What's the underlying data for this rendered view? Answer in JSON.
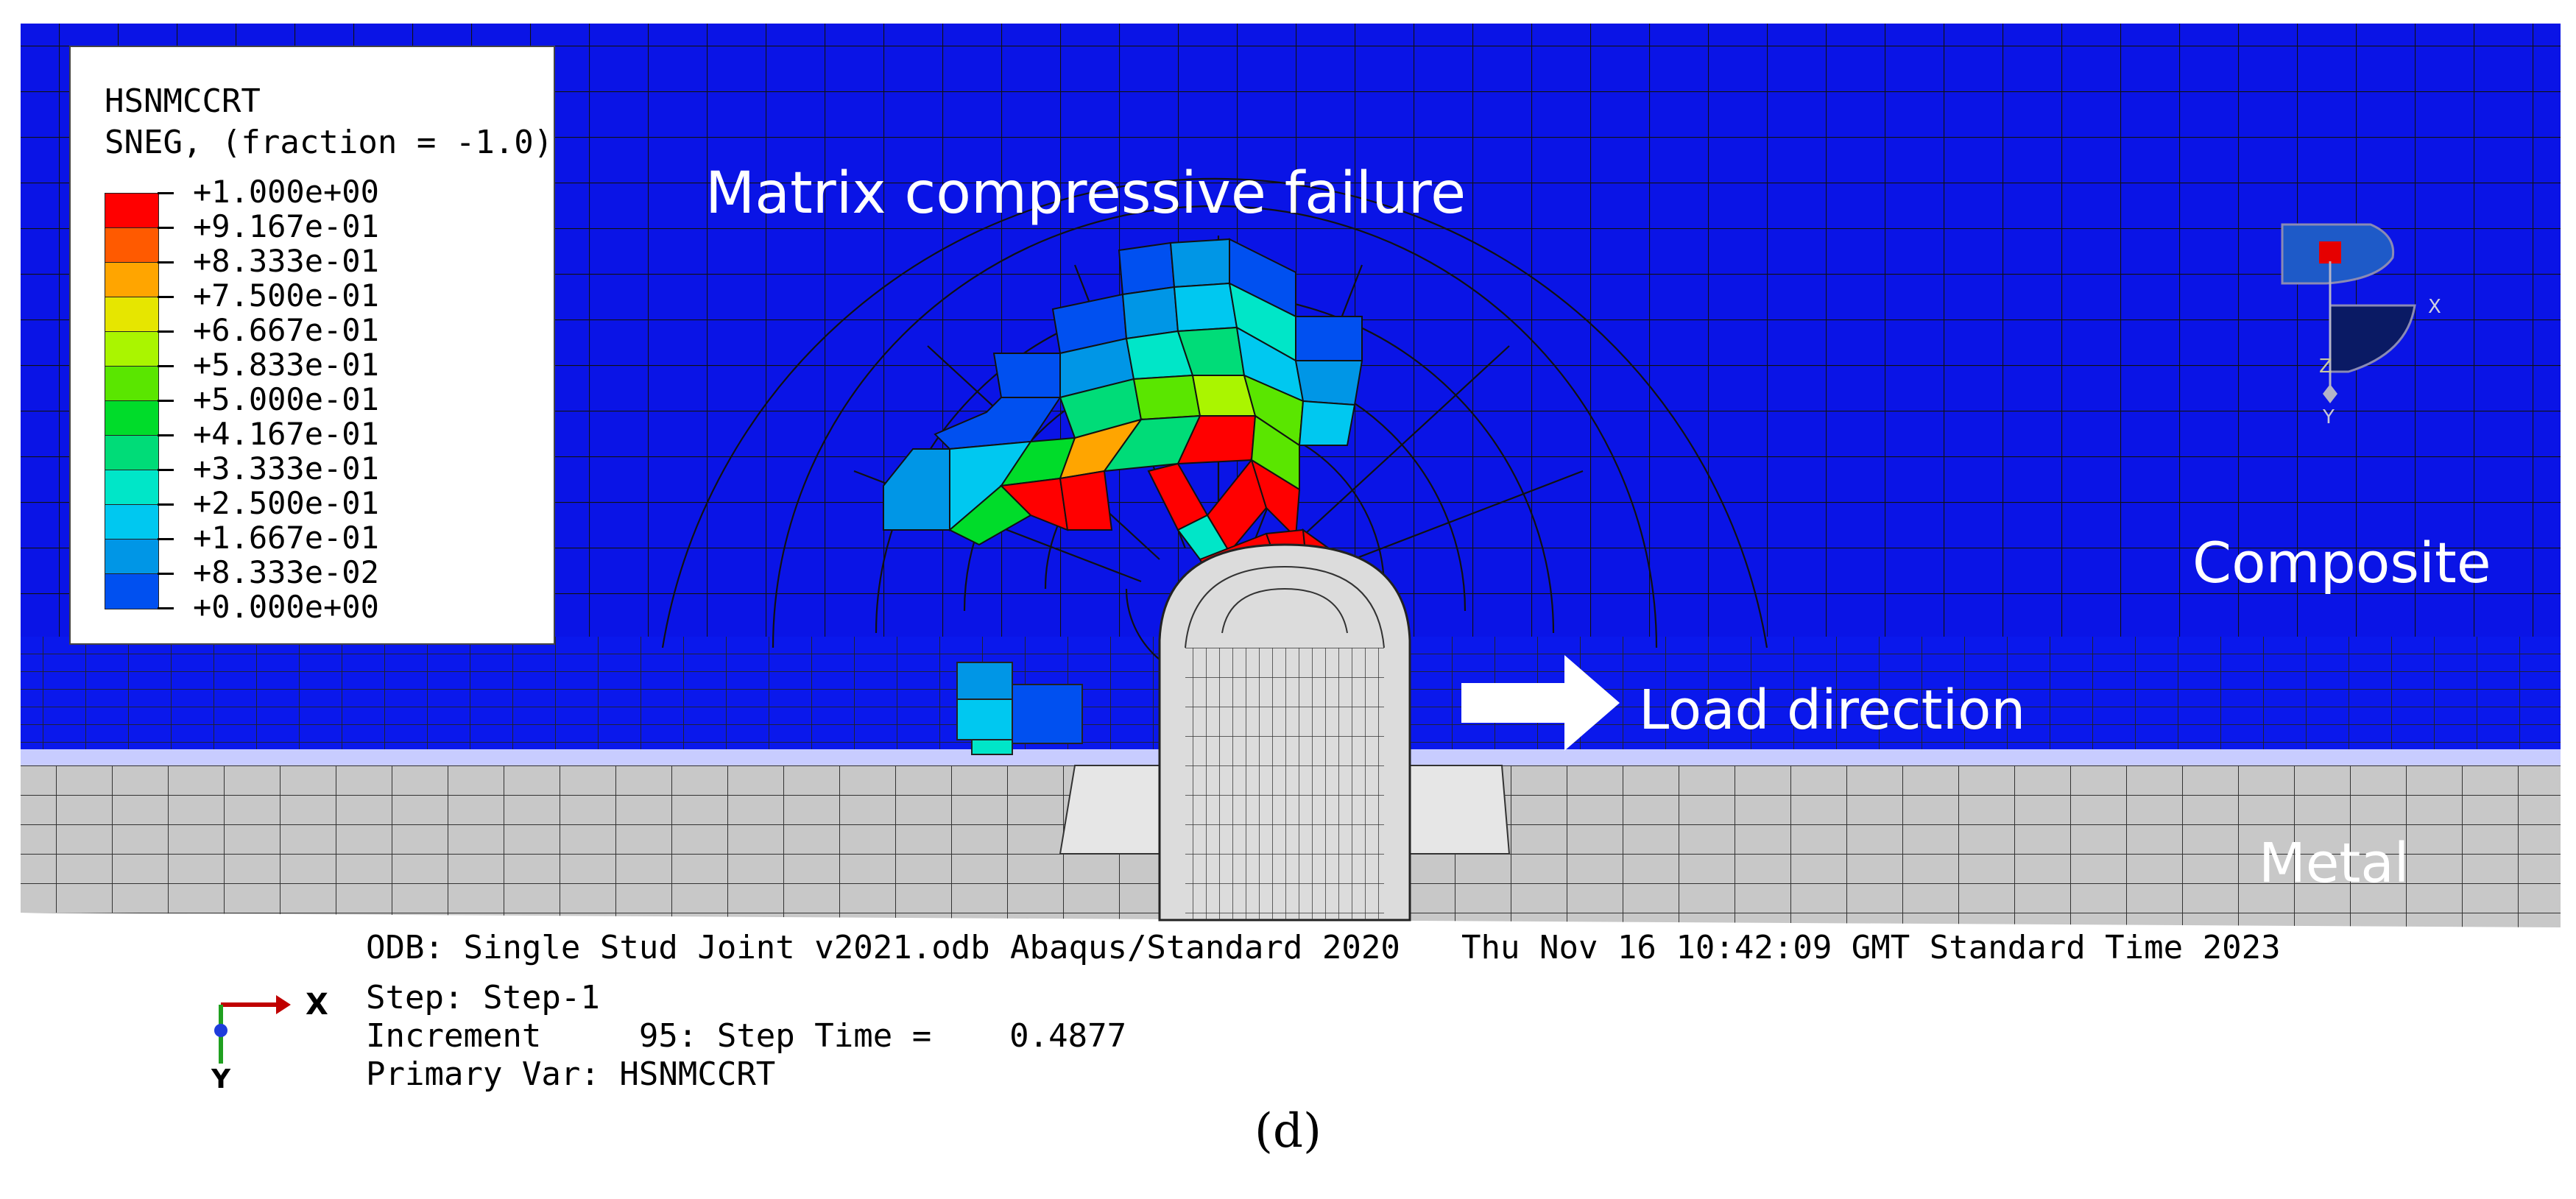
{
  "legend": {
    "variable": "HSNMCCRT",
    "section": "SNEG, (fraction = -1.0)",
    "levels": [
      {
        "label": "+1.000e+00",
        "color": "#ff0000"
      },
      {
        "label": "+9.167e-01",
        "color": "#ff5a00"
      },
      {
        "label": "+8.333e-01",
        "color": "#ffa500"
      },
      {
        "label": "+7.500e-01",
        "color": "#e6e600"
      },
      {
        "label": "+6.667e-01",
        "color": "#aaf500"
      },
      {
        "label": "+5.833e-01",
        "color": "#5ae600"
      },
      {
        "label": "+5.000e-01",
        "color": "#00dc2a"
      },
      {
        "label": "+4.167e-01",
        "color": "#00dc78"
      },
      {
        "label": "+3.333e-01",
        "color": "#00e6c8"
      },
      {
        "label": "+2.500e-01",
        "color": "#00c8f0"
      },
      {
        "label": "+1.667e-01",
        "color": "#0096e6"
      },
      {
        "label": "+8.333e-02",
        "color": "#0050f0"
      },
      {
        "label": "+0.000e+00",
        "color": "#0a14f5"
      }
    ]
  },
  "annotations": {
    "failure": "Matrix compressive failure",
    "composite": "Composite",
    "load": "Load direction",
    "metal": "Metal"
  },
  "triad_view": {
    "x": "X",
    "z": "Z",
    "y": "Y"
  },
  "info": {
    "odb": "ODB: Single Stud Joint v2021.odb",
    "solver": "Abaqus/Standard 2020",
    "date": "Thu Nov 16 10:42:09 GMT Standard Time 2023",
    "step": "Step: Step-1",
    "increment": "Increment     95: Step Time =    0.4877",
    "primary_var": "Primary Var: HSNMCCRT"
  },
  "triad": {
    "x": "X",
    "y": "Y"
  },
  "caption": "(d)",
  "colors": {
    "composite": "#0a14e6",
    "metal": "#c8c8c8",
    "stud": "#dcdcdc",
    "mesh": "#111111"
  }
}
